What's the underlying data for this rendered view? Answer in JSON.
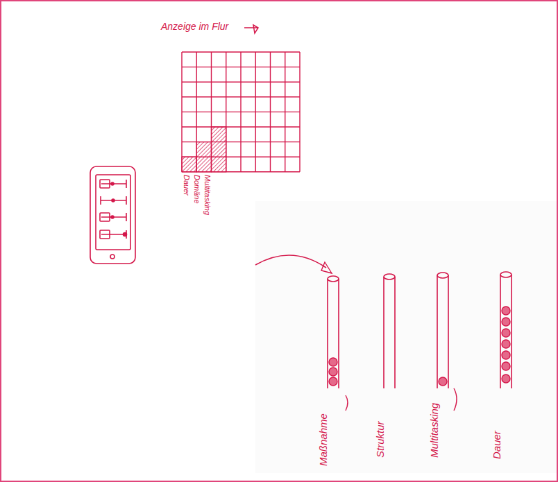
{
  "diagram": {
    "labels": [
      "Anzeige im Flur",
      "Dauer",
      "Domäne",
      "Multitasking",
      "Maßnahme",
      "Struktur",
      "Multitasking",
      "Dauer"
    ]
  }
}
